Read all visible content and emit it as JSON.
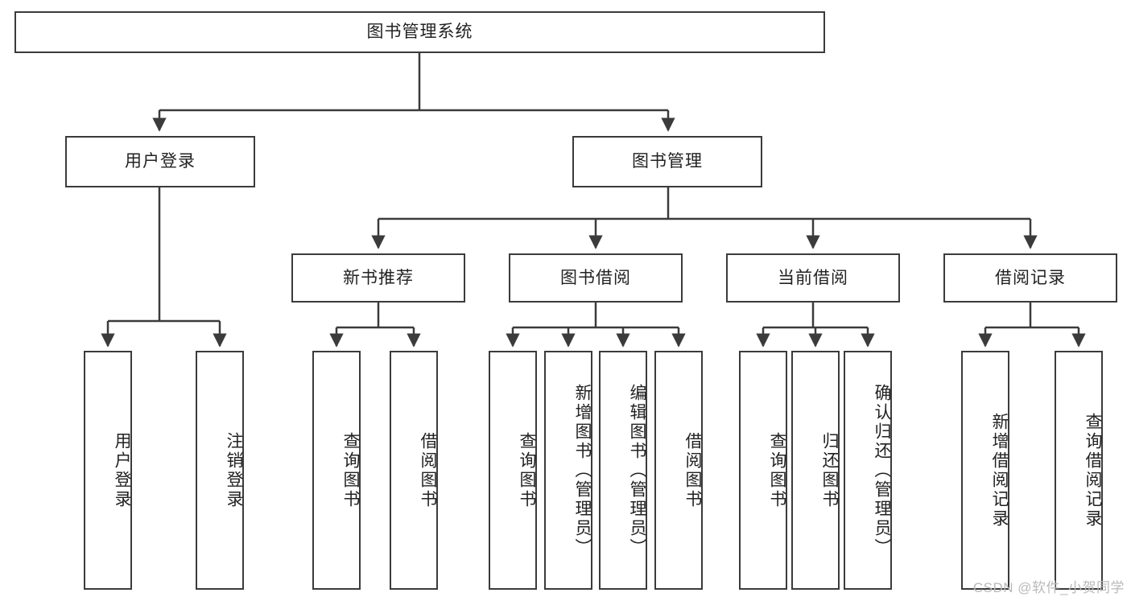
{
  "diagram": {
    "title": "图书管理系统",
    "type": "tree-hierarchy",
    "watermark": "CSDN @软件_小贺同学",
    "colors": {
      "stroke": "#3b3b3b",
      "fill": "#ffffff",
      "text": "#222222",
      "watermark": "#b9b9b9"
    },
    "root": {
      "label": "图书管理系统"
    },
    "level2": [
      {
        "label": "用户登录"
      },
      {
        "label": "图书管理"
      }
    ],
    "level3": [
      {
        "label": "新书推荐"
      },
      {
        "label": "图书借阅"
      },
      {
        "label": "当前借阅"
      },
      {
        "label": "借阅记录"
      }
    ],
    "leaves": {
      "user_login": [
        {
          "label": "用户登录"
        },
        {
          "label": "注销登录"
        }
      ],
      "new_book_recommend": [
        {
          "label": "查询图书"
        },
        {
          "label": "借阅图书"
        }
      ],
      "book_borrow": [
        {
          "label": "查询图书"
        },
        {
          "label": "新增图书（管理员）"
        },
        {
          "label": "编辑图书（管理员）"
        },
        {
          "label": "借阅图书"
        }
      ],
      "current_borrow": [
        {
          "label": "查询图书"
        },
        {
          "label": "归还图书"
        },
        {
          "label": "确认归还（管理员）"
        }
      ],
      "borrow_record": [
        {
          "label": "新增借阅记录"
        },
        {
          "label": "查询借阅记录"
        }
      ]
    }
  }
}
